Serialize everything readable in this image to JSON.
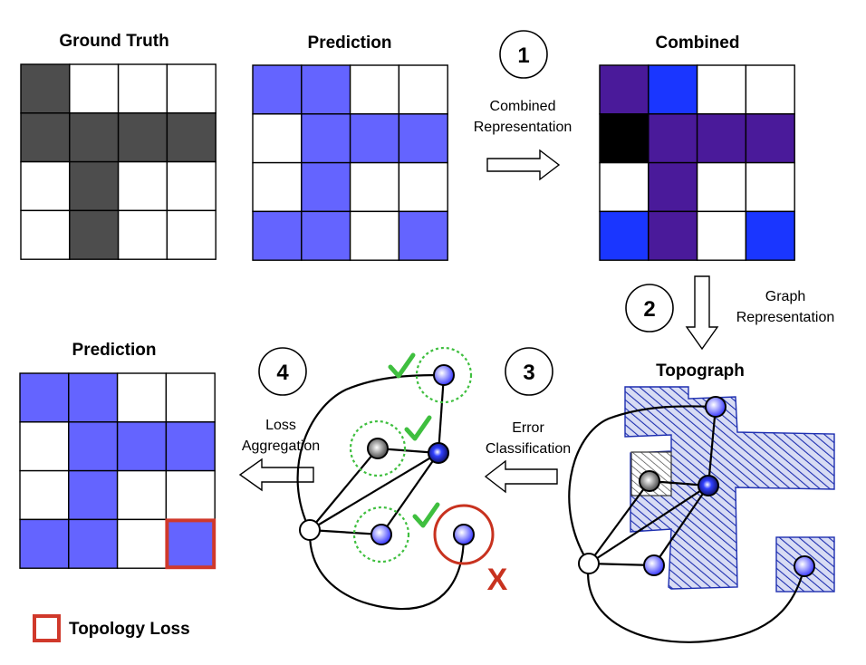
{
  "titles": {
    "ground_truth": "Ground Truth",
    "prediction_top": "Prediction",
    "combined": "Combined",
    "prediction_bottom": "Prediction",
    "topograph": "Topograph"
  },
  "steps": [
    {
      "number": "1",
      "line1": "Combined",
      "line2": "Representation"
    },
    {
      "number": "2",
      "line1": "Graph",
      "line2": "Representation"
    },
    {
      "number": "3",
      "line1": "Error",
      "line2": "Classification"
    },
    {
      "number": "4",
      "line1": "Loss",
      "line2": "Aggregation"
    }
  ],
  "legend": {
    "label": "Topology Loss"
  },
  "error_mark": "X",
  "colors": {
    "ground_truth_fill": "#4d4d4d",
    "prediction_fill": "#6464ff",
    "combined_both": "#4a1a9a",
    "combined_gt_only": "#000000",
    "combined_pred_only": "#1a36ff",
    "topology_loss": "#d0392b",
    "correct_check": "#3fbf3f",
    "topograph_hatch": "#1e2fb0"
  },
  "grids": {
    "ground_truth": [
      [
        1,
        0,
        0,
        0
      ],
      [
        1,
        1,
        1,
        1
      ],
      [
        0,
        1,
        0,
        0
      ],
      [
        0,
        1,
        0,
        0
      ]
    ],
    "prediction": [
      [
        1,
        1,
        0,
        0
      ],
      [
        0,
        1,
        1,
        1
      ],
      [
        0,
        1,
        0,
        0
      ],
      [
        1,
        1,
        0,
        1
      ]
    ],
    "combined": [
      [
        "b",
        "p",
        "w",
        "w"
      ],
      [
        "g",
        "b",
        "b",
        "b"
      ],
      [
        "w",
        "b",
        "w",
        "w"
      ],
      [
        "p",
        "b",
        "w",
        "p"
      ]
    ],
    "prediction_loss_cell": [
      3,
      3
    ]
  }
}
